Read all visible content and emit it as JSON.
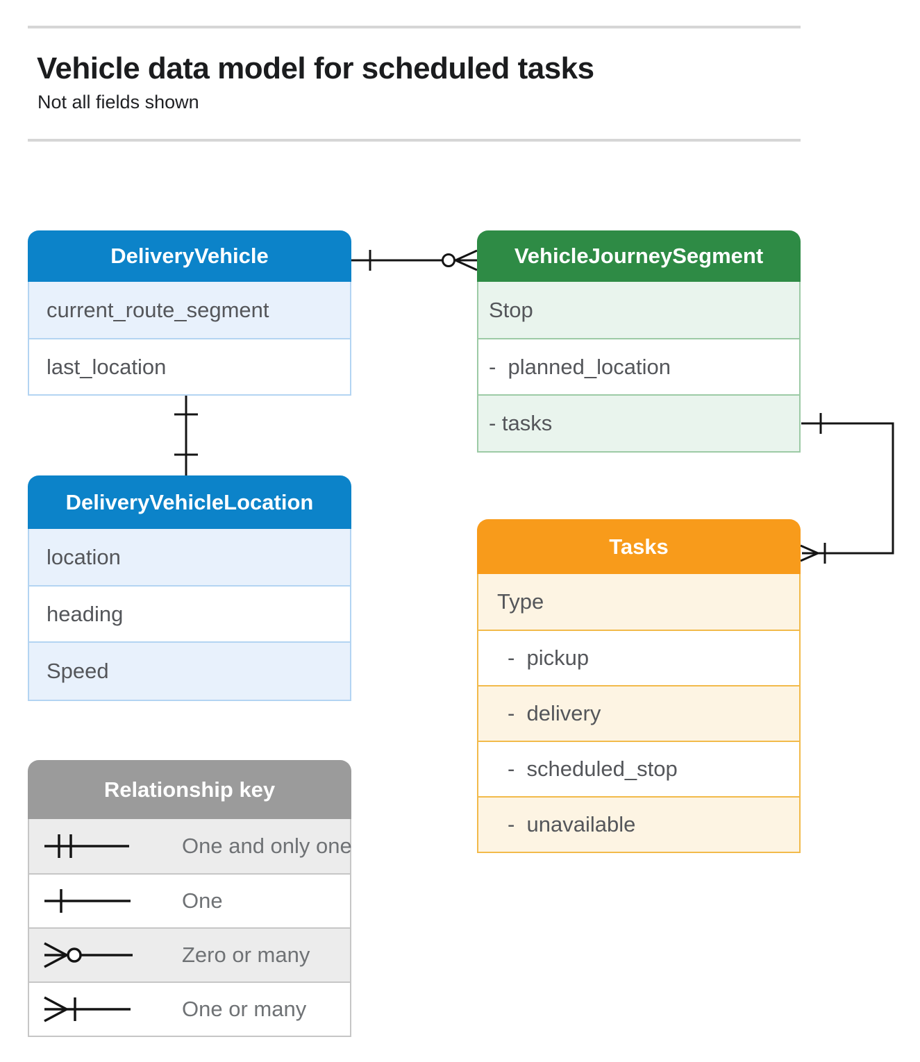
{
  "page": {
    "title": "Vehicle data model for scheduled tasks",
    "subtitle": "Not all fields shown"
  },
  "colors": {
    "blue": "#0c83c9",
    "blue-light": "#e8f1fc",
    "blue-border": "#b3d4f2",
    "green": "#2e8b45",
    "green-light": "#e9f4ed",
    "green-border": "#9ccaa5",
    "orange": "#f89b1b",
    "orange-light": "#fdf4e3",
    "orange-border": "#f2ba4a",
    "gray": "#9b9b9b",
    "gray-light": "#ececec",
    "gray-border": "#c6c6c6",
    "line": "#141414",
    "text": "#54565a",
    "legend-text": "#6f7275"
  },
  "entities": {
    "delivery_vehicle": {
      "title": "DeliveryVehicle",
      "fields": [
        "current_route_segment",
        "last_location"
      ]
    },
    "vehicle_journey_segment": {
      "title": "VehicleJourneySegment",
      "fields": [
        "Stop",
        "-  planned_location",
        "- tasks"
      ]
    },
    "delivery_vehicle_location": {
      "title": "DeliveryVehicleLocation",
      "fields": [
        "location",
        "heading",
        "Speed"
      ]
    },
    "tasks": {
      "title": "Tasks",
      "fields": [
        "Type",
        "-  pickup",
        "-  delivery",
        "-  scheduled_stop",
        "-  unavailable"
      ]
    }
  },
  "relationships": [
    {
      "from": "DeliveryVehicle",
      "from_cardinality": "one",
      "to": "VehicleJourneySegment",
      "to_cardinality": "zero-or-many"
    },
    {
      "from": "DeliveryVehicle",
      "from_cardinality": "one",
      "to": "DeliveryVehicleLocation",
      "to_cardinality": "one"
    },
    {
      "from": "VehicleJourneySegment.tasks",
      "from_cardinality": "one",
      "to": "Tasks",
      "to_cardinality": "one-or-many"
    }
  ],
  "legend": {
    "title": "Relationship key",
    "items": [
      {
        "symbol": "one-and-only-one",
        "label": "One and only one"
      },
      {
        "symbol": "one",
        "label": "One"
      },
      {
        "symbol": "zero-or-many",
        "label": "Zero or many"
      },
      {
        "symbol": "one-or-many",
        "label": "One or many"
      }
    ]
  }
}
